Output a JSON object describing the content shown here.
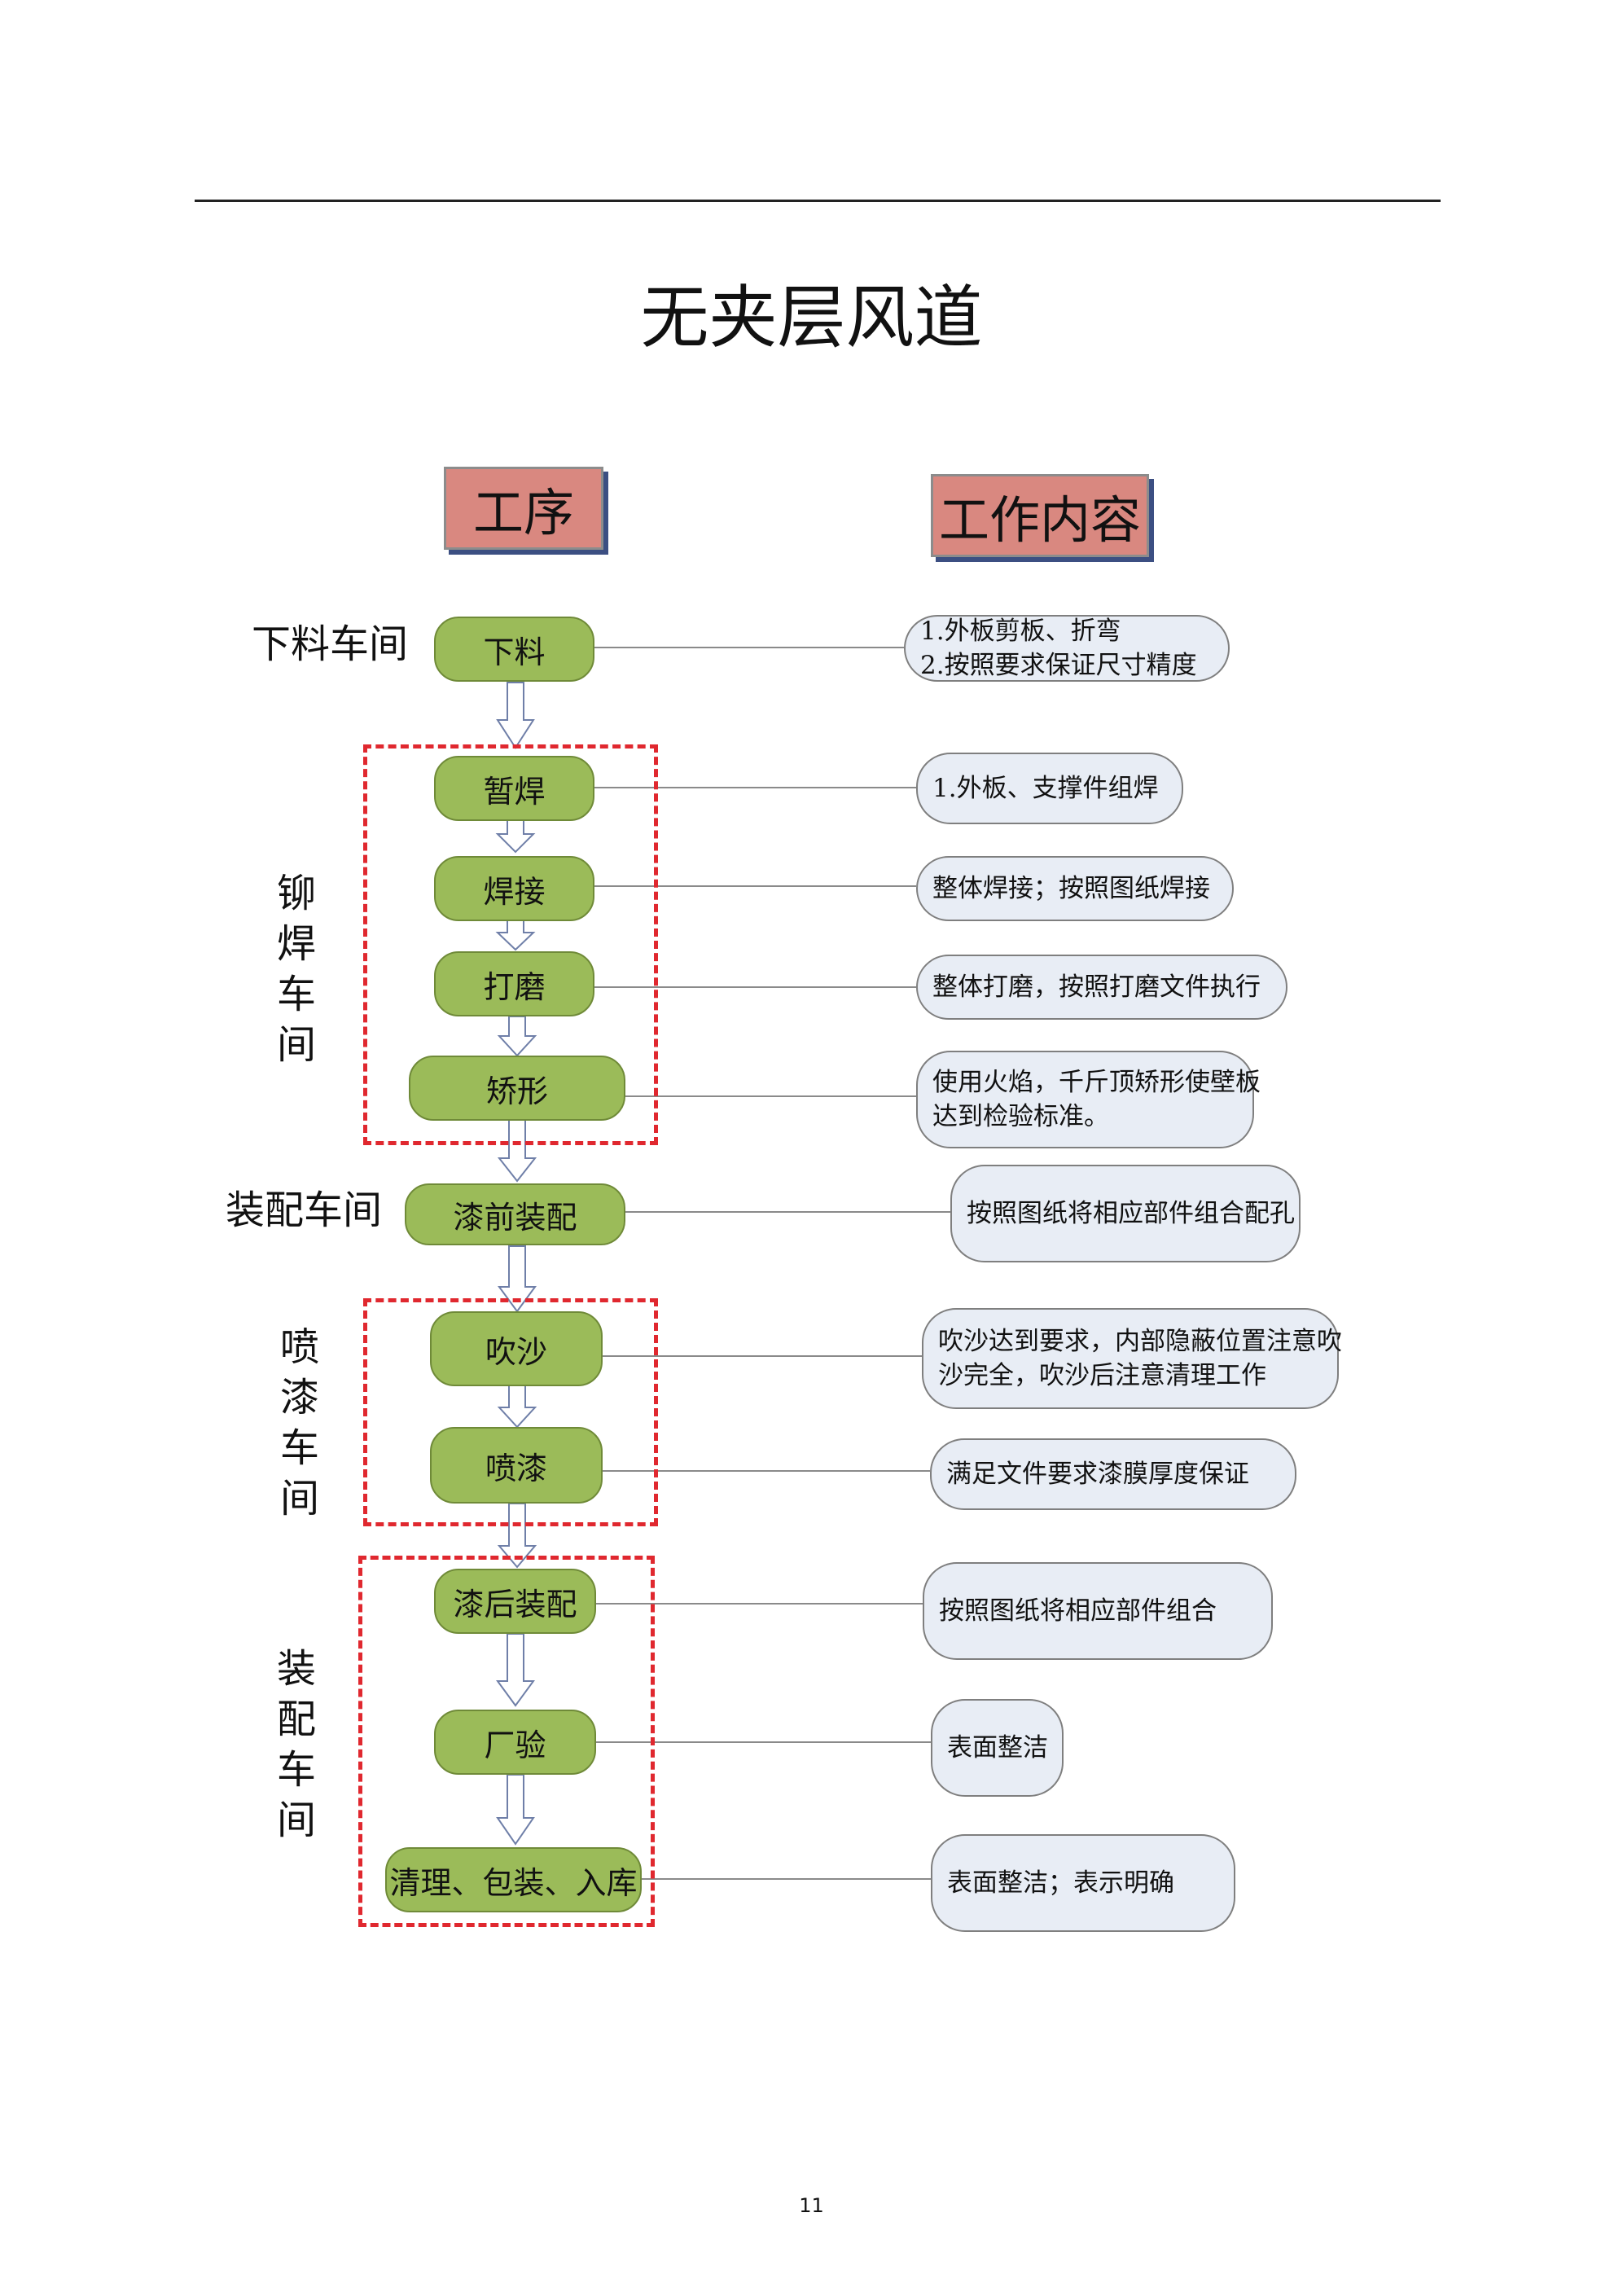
{
  "title": "无夹层风道",
  "headers": {
    "process": "工序",
    "content": "工作内容"
  },
  "workshops": {
    "blanking": "下料车间",
    "riveting": [
      "铆",
      "焊",
      "车",
      "间"
    ],
    "pre_assembly": "装配车间",
    "painting": [
      "喷",
      "漆",
      "车",
      "间"
    ],
    "assembly": [
      "装",
      "配",
      "车",
      "间"
    ]
  },
  "steps": [
    {
      "label": "下料",
      "desc": [
        "1.外板剪板、折弯",
        "2.按照要求保证尺寸精度"
      ]
    },
    {
      "label": "暂焊",
      "desc": [
        "1.外板、支撑件组焊"
      ]
    },
    {
      "label": "焊接",
      "desc": [
        "整体焊接；按照图纸焊接"
      ]
    },
    {
      "label": "打磨",
      "desc": [
        "整体打磨，按照打磨文件执行"
      ]
    },
    {
      "label": "矫形",
      "desc": [
        "使用火焰，千斤顶矫形使壁板",
        "达到检验标准。"
      ]
    },
    {
      "label": "漆前装配",
      "desc": [
        "按照图纸将相应部件组合配孔"
      ]
    },
    {
      "label": "吹沙",
      "desc": [
        "吹沙达到要求，内部隐蔽位置注意吹",
        "沙完全，吹沙后注意清理工作"
      ]
    },
    {
      "label": "喷漆",
      "desc": [
        "满足文件要求漆膜厚度保证"
      ]
    },
    {
      "label": "漆后装配",
      "desc": [
        "按照图纸将相应部件组合"
      ]
    },
    {
      "label": "厂验",
      "desc": [
        "表面整洁"
      ]
    },
    {
      "label": "清理、包装、入库",
      "desc": [
        "表面整洁；表示明确"
      ]
    }
  ],
  "page_number": "11",
  "colors": {
    "step_fill": "#9bbb59",
    "header_fill": "#d98880",
    "desc_fill": "#e8edf5",
    "dash": "#e0282f"
  }
}
